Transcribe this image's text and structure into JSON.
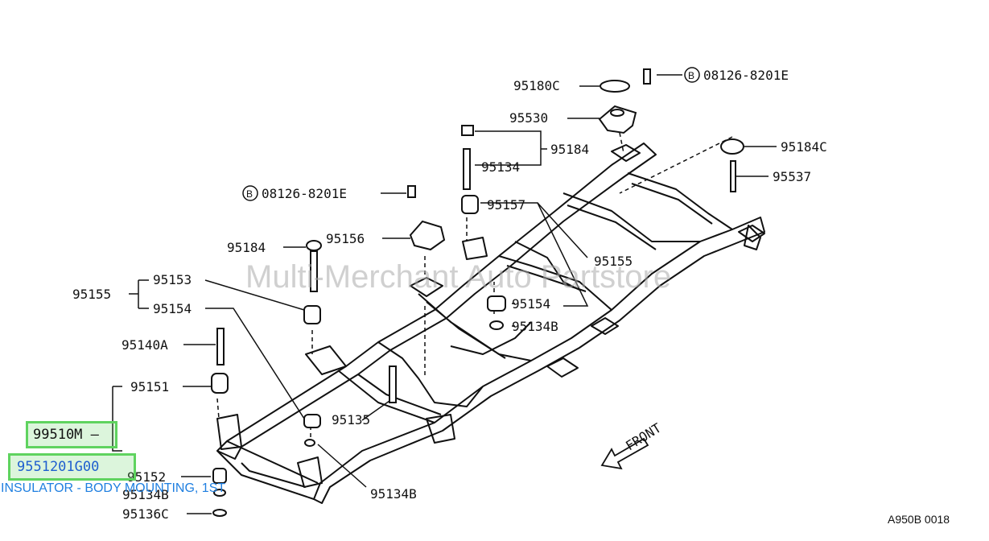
{
  "watermark": "Multi-Merchant Auto Partstore",
  "labels": {
    "p95180C": "95180C",
    "p95530": "95530",
    "p95184_top": "95184",
    "p95134": "95134",
    "p95157": "95157",
    "p95184C": "95184C",
    "p95537": "95537",
    "p95156": "95156",
    "p95184_left": "95184",
    "p95155_left": "95155",
    "p95153": "95153",
    "p95154_left": "95154",
    "p95155_right": "95155",
    "p95154_right": "95154",
    "p95134B_right": "95134B",
    "p95140A": "95140A",
    "p95151": "95151",
    "p95135": "95135",
    "p95152": "95152",
    "p95134B_left": "95134B",
    "p95136C": "95136C",
    "p95134B_bottom": "95134B",
    "bolt_top": "08126-8201E",
    "bolt_left": "08126-8201E",
    "bolt_ref": "B",
    "front": "FRONT"
  },
  "highlight": {
    "part1": "99510M",
    "part2": "9551201G00",
    "description": "INSULATOR - BODY MOUNTING, 1ST"
  },
  "diagram_code": "A950B 0018"
}
